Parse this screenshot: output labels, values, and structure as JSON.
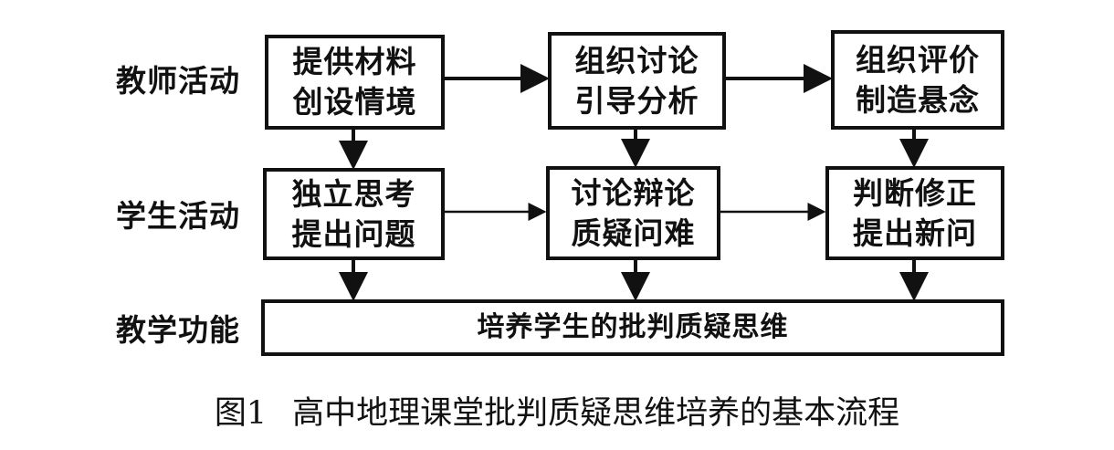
{
  "rows": {
    "teacher": "教师活动",
    "student": "学生活动",
    "function": "教学功能"
  },
  "teacher_boxes": [
    {
      "line1": "提供材料",
      "line2": "创设情境"
    },
    {
      "line1": "组织讨论",
      "line2": "引导分析"
    },
    {
      "line1": "组织评价",
      "line2": "制造悬念"
    }
  ],
  "student_boxes": [
    {
      "line1": "独立思考",
      "line2": "提出问题"
    },
    {
      "line1": "讨论辩论",
      "line2": "质疑问难"
    },
    {
      "line1": "判断修正",
      "line2": "提出新问"
    }
  ],
  "function_box": "培养学生的批判质疑思维",
  "caption": {
    "number": "图1",
    "title": "高中地理课堂批判质疑思维培养的基本流程"
  }
}
